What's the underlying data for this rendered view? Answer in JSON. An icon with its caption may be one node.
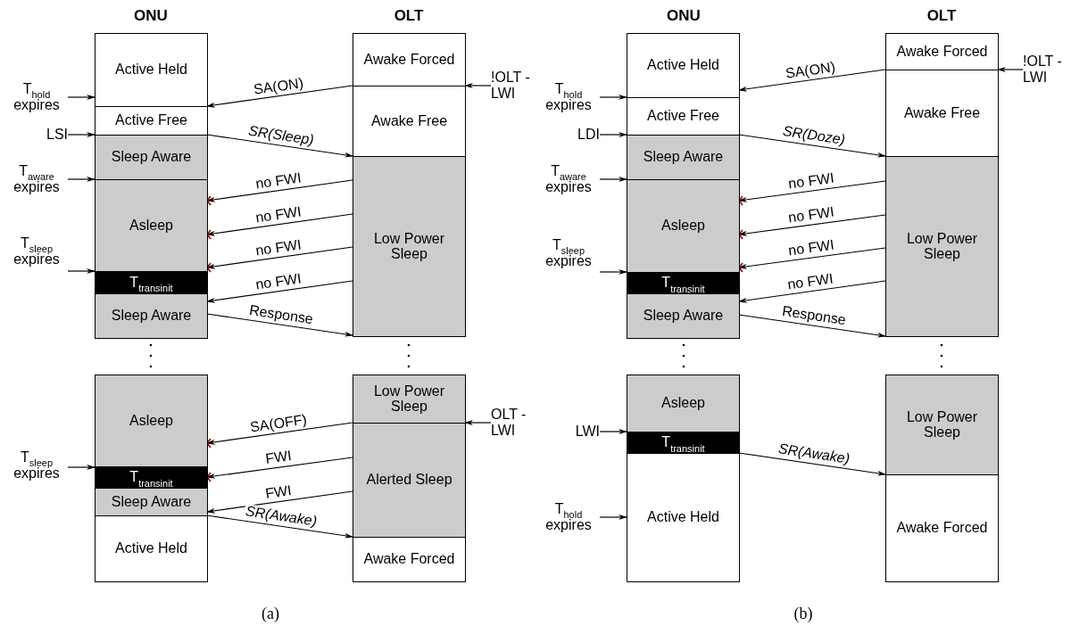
{
  "diagram": {
    "nodes": [
      {
        "text": [
          "Active Held"
        ]
      },
      {
        "text": [
          "Active Free"
        ]
      },
      {
        "text": [
          "Sleep Aware"
        ]
      },
      {
        "text": [
          "Asleep"
        ]
      },
      {
        "text": [
          "T$_{transinit}$"
        ]
      },
      {
        "text": [
          "Sleep Aware"
        ]
      },
      {
        "text": [
          "Awake Forced"
        ]
      },
      {
        "text": [
          "Awake Free"
        ]
      },
      {
        "text": [
          "Low Power Sleep"
        ]
      },
      {
        "text": [
          "T$_{hold}$ expires"
        ]
      },
      {
        "text": [
          "LSI"
        ]
      },
      {
        "text": [
          "T$_{aware}$ expires"
        ]
      },
      {
        "text": [
          "T$_{sleep}$ expires"
        ]
      },
      {
        "text": [
          "!OLT -LWI"
        ]
      },
      {
        "text": [
          "Asleep"
        ]
      },
      {
        "text": [
          "T$_{transinit}$"
        ]
      },
      {
        "text": [
          "Sleep Aware"
        ]
      },
      {
        "text": [
          "Active Held"
        ]
      },
      {
        "text": [
          "Low Power Sleep"
        ]
      },
      {
        "text": [
          "Alerted Sleep"
        ]
      },
      {
        "text": [
          "Awake Forced"
        ]
      },
      {
        "text": [
          "T$_{sleep}$ expires"
        ]
      },
      {
        "text": [
          "OLT -LWI"
        ]
      },
      {
        "text": [
          "Active Held"
        ]
      },
      {
        "text": [
          "Active Free"
        ]
      },
      {
        "text": [
          "Sleep Aware"
        ]
      },
      {
        "text": [
          "Asleep"
        ]
      },
      {
        "text": [
          "T$_{transinit}$"
        ]
      },
      {
        "text": [
          "Sleep Aware"
        ]
      },
      {
        "text": [
          "Awake Forced"
        ]
      },
      {
        "text": [
          "Awake Free"
        ]
      },
      {
        "text": [
          "Low Power Sleep"
        ]
      },
      {
        "text": [
          "T$_{hold}$ expires"
        ]
      },
      {
        "text": [
          "LDI"
        ]
      },
      {
        "text": [
          "T$_{aware}$ expires"
        ]
      },
      {
        "text": [
          "T$_{sleep}$ expires"
        ]
      },
      {
        "text": [
          "!OLT -LWI"
        ]
      },
      {
        "text": [
          "Asleep"
        ]
      },
      {
        "text": [
          "T$_{transinit}$"
        ]
      },
      {
        "text": [
          "Active Held"
        ]
      },
      {
        "text": [
          "Low Power Sleep"
        ]
      },
      {
        "text": [
          "Awake Forced"
        ]
      },
      {
        "text": [
          "LWI"
        ]
      },
      {
        "text": [
          "T$_{hold}$ expires"
        ]
      }
    ],
    "edges": [
      {
        "from": 9,
        "to": 0,
        "arrow": "to"
      },
      {
        "from": 10,
        "to": 2,
        "arrow": "to"
      },
      {
        "from": 11,
        "to": 3,
        "arrow": "to"
      },
      {
        "from": 12,
        "to": 4,
        "arrow": "to"
      },
      {
        "from": 13,
        "to": 7,
        "arrow": "to"
      },
      {
        "from": 7,
        "to": 1,
        "arrow": "to",
        "label": "SA(ON)"
      },
      {
        "from": 2,
        "to": 8,
        "arrow": "to",
        "label": "SR(Sleep)"
      },
      {
        "from": 8,
        "to": 3,
        "arrow": "to",
        "label": "no FWI"
      },
      {
        "from": 8,
        "to": 3,
        "arrow": "to",
        "label": "no FWI"
      },
      {
        "from": 8,
        "to": 3,
        "arrow": "to",
        "label": "no FWI"
      },
      {
        "from": 8,
        "to": 5,
        "arrow": "to",
        "label": "no FWI"
      },
      {
        "from": 5,
        "to": 8,
        "arrow": "to",
        "label": "Response"
      },
      {
        "from": 21,
        "to": 15,
        "arrow": "to"
      },
      {
        "from": 22,
        "to": 19,
        "arrow": "to"
      },
      {
        "from": 19,
        "to": 14,
        "arrow": "to",
        "label": "SA(OFF)"
      },
      {
        "from": 19,
        "to": 15,
        "arrow": "to",
        "label": "FWI"
      },
      {
        "from": 19,
        "to": 16,
        "arrow": "to",
        "label": "FWI"
      },
      {
        "from": 16,
        "to": 20,
        "arrow": "to",
        "label": "SR(Awake)"
      },
      {
        "from": 32,
        "to": 24,
        "arrow": "to"
      },
      {
        "from": 33,
        "to": 25,
        "arrow": "to"
      },
      {
        "from": 34,
        "to": 26,
        "arrow": "to"
      },
      {
        "from": 35,
        "to": 27,
        "arrow": "to"
      },
      {
        "from": 36,
        "to": 30,
        "arrow": "to"
      },
      {
        "from": 30,
        "to": 23,
        "arrow": "to",
        "label": "SA(ON)"
      },
      {
        "from": 25,
        "to": 31,
        "arrow": "to",
        "label": "SR(Doze)"
      },
      {
        "from": 31,
        "to": 26,
        "arrow": "to",
        "label": "no FWI"
      },
      {
        "from": 31,
        "to": 26,
        "arrow": "to",
        "label": "no FWI"
      },
      {
        "from": 31,
        "to": 26,
        "arrow": "to",
        "label": "no FWI"
      },
      {
        "from": 31,
        "to": 28,
        "arrow": "to",
        "label": "no FWI"
      },
      {
        "from": 28,
        "to": 31,
        "arrow": "to",
        "label": "Response"
      },
      {
        "from": 42,
        "to": 38,
        "arrow": "to"
      },
      {
        "from": 43,
        "to": 39,
        "arrow": "to"
      },
      {
        "from": 38,
        "to": 41,
        "arrow": "to",
        "label": "SR(Awake)"
      }
    ],
    "labels": [
      "ONU",
      "OLT",
      "ONU",
      "OLT",
      "(a)",
      "(b)"
    ]
  }
}
